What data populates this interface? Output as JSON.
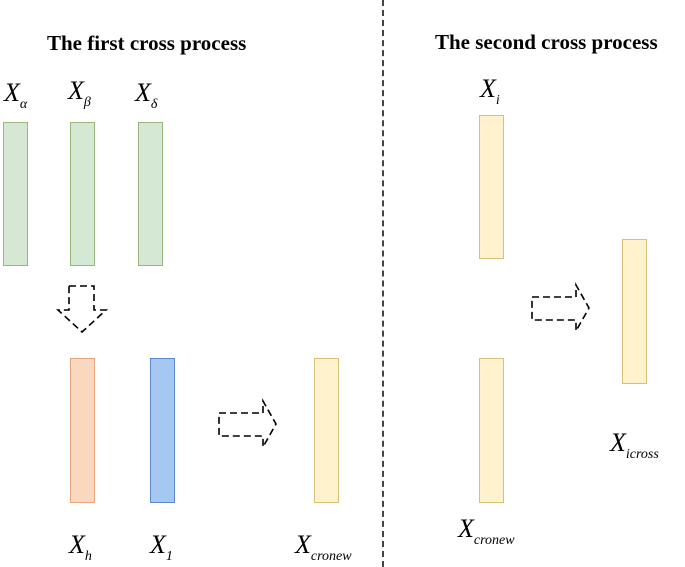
{
  "titles": {
    "first": "The first cross process",
    "second": "The second cross process"
  },
  "labels": {
    "alpha": {
      "base": "X",
      "sub": "α"
    },
    "beta": {
      "base": "X",
      "sub": "β"
    },
    "delta": {
      "base": "X",
      "sub": "δ"
    },
    "h": {
      "base": "X",
      "sub": "h"
    },
    "one": {
      "base": "X",
      "sub": "1"
    },
    "cronew_1": {
      "base": "X",
      "sub": "cronew"
    },
    "i": {
      "base": "X",
      "sub": "i"
    },
    "cronew_2": {
      "base": "X",
      "sub": "cronew"
    },
    "icross": {
      "base": "X",
      "sub": "icross"
    }
  },
  "colors": {
    "green": "#d5e8d4",
    "orange": "#fad7bf",
    "blue": "#a6c7f2",
    "yellow": "#fff2cc"
  }
}
